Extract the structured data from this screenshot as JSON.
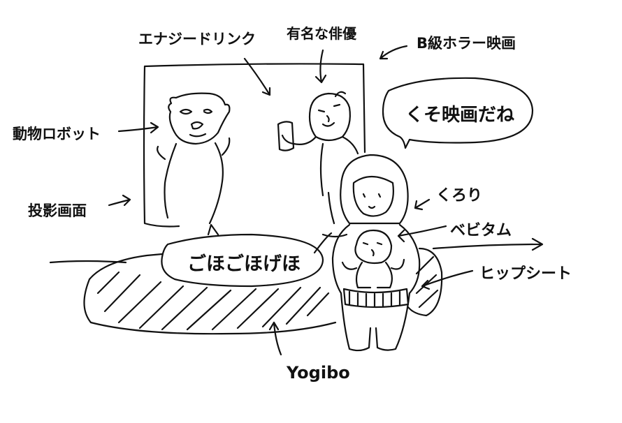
{
  "labels": {
    "energy_drink": "エナジードリンク",
    "famous_actor": "有名な俳優",
    "b_horror": "B級ホラー映画",
    "animal_robot": "動物ロボット",
    "projection_screen": "投影画面",
    "kurori": "くろり",
    "baby_bitam": "ベビタム",
    "hip_seat": "ヒップシート",
    "yogibo": "Yogibo"
  },
  "bubbles": {
    "kuso_eiga": "くそ映画だね",
    "baby_talk": "ごほごほげほ"
  },
  "colors": {
    "ink": "#111111",
    "background": "#ffffff"
  }
}
